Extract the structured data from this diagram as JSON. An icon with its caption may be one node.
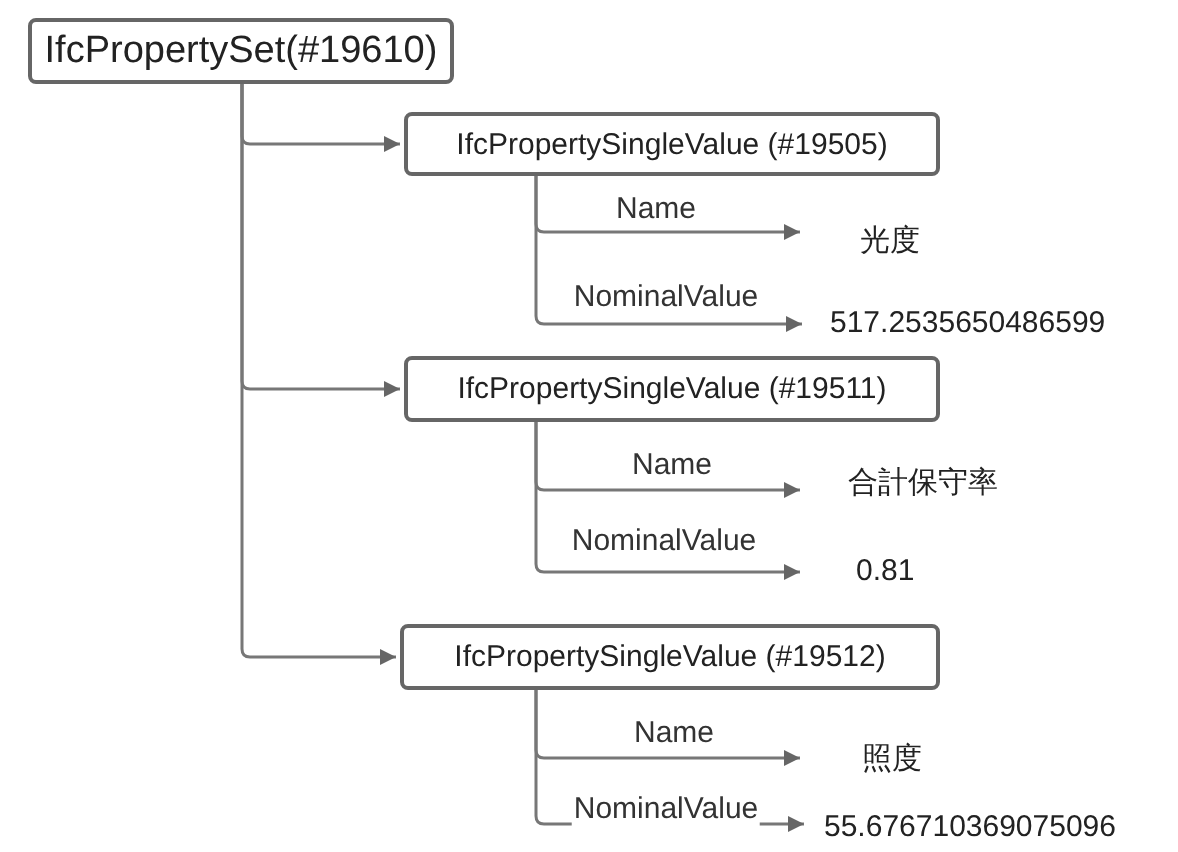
{
  "diagram": {
    "nodes": [
      {
        "text": [
          "IfcPropertySet(#19610)"
        ]
      },
      {
        "text": [
          "IfcPropertySingleValue (#19505)"
        ]
      },
      {
        "text": [
          "光度"
        ]
      },
      {
        "text": [
          "517.2535650486599"
        ]
      },
      {
        "text": [
          "IfcPropertySingleValue (#19511)"
        ]
      },
      {
        "text": [
          "合計保守率"
        ]
      },
      {
        "text": [
          "0.81"
        ]
      },
      {
        "text": [
          "IfcPropertySingleValue (#19512)"
        ]
      },
      {
        "text": [
          "照度"
        ]
      },
      {
        "text": [
          "55.676710369075096"
        ]
      }
    ],
    "edges": [
      {
        "from": 0,
        "to": 1,
        "arrow": "to"
      },
      {
        "from": 0,
        "to": 4,
        "arrow": "to"
      },
      {
        "from": 0,
        "to": 7,
        "arrow": "to"
      },
      {
        "from": 1,
        "to": 2,
        "arrow": "to",
        "label": "Name"
      },
      {
        "from": 1,
        "to": 3,
        "arrow": "to",
        "label": "NominalValue"
      },
      {
        "from": 4,
        "to": 5,
        "arrow": "to",
        "label": "Name"
      },
      {
        "from": 4,
        "to": 6,
        "arrow": "to",
        "label": "NominalValue"
      },
      {
        "from": 7,
        "to": 8,
        "arrow": "to",
        "label": "Name"
      },
      {
        "from": 7,
        "to": 9,
        "arrow": "to",
        "label": "NominalValue"
      }
    ]
  }
}
